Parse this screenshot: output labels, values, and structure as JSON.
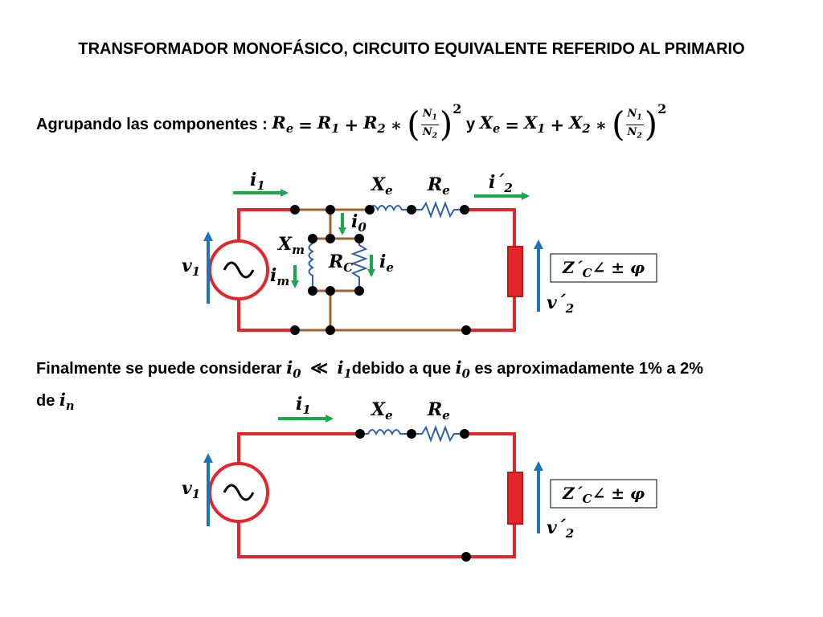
{
  "title": "TRANSFORMADOR MONOFÁSICO, CIRCUITO EQUIVALENTE REFERIDO AL PRIMARIO",
  "intro": {
    "lead": "Agrupando las componentes :",
    "connector": "y",
    "eq1_lhs": "R",
    "eq1_lhs_sub": "e",
    "eq1_t1": "R",
    "eq1_t1_sub": "1",
    "eq1_t2": "R",
    "eq1_t2_sub": "2",
    "eq2_lhs": "X",
    "eq2_lhs_sub": "e",
    "eq2_t1": "X",
    "eq2_t1_sub": "1",
    "eq2_t2": "X",
    "eq2_t2_sub": "2",
    "ratio_num": "N",
    "ratio_num_sub": "1",
    "ratio_den": "N",
    "ratio_den_sub": "2",
    "exponent": "2"
  },
  "note": {
    "prefix": "Finalmente se puede considerar",
    "rel_a": "i",
    "rel_a_sub": "0",
    "rel_symbol": "≪",
    "rel_b": "i",
    "rel_b_sub": "1",
    "middle": "debido a que",
    "ref": "i",
    "ref_sub": "0",
    "suffix": "es aproximadamente 1% a 2%",
    "suffix2": "de",
    "end": "i",
    "end_sub": "n"
  },
  "circuit1": {
    "v1": "v",
    "v1_sub": "1",
    "i1": "i",
    "i1_sub": "1",
    "xe": "X",
    "xe_sub": "e",
    "re": "R",
    "re_sub": "e",
    "i2": "i´",
    "i2_sub": "2",
    "i0": "i",
    "i0_sub": "0",
    "xm": "X",
    "xm_sub": "m",
    "rc": "R",
    "rc_sub": "C",
    "ie": "i",
    "ie_sub": "e",
    "im": "i",
    "im_sub": "m",
    "zc": "Z´",
    "zc_sub": "C",
    "zc_angle": "∠ ± φ",
    "v2": "v´",
    "v2_sub": "2"
  },
  "circuit2": {
    "v1": "v",
    "v1_sub": "1",
    "i1": "i",
    "i1_sub": "1",
    "xe": "X",
    "xe_sub": "e",
    "re": "R",
    "re_sub": "e",
    "zc": "Z´",
    "zc_sub": "C",
    "zc_angle": "∠ ± φ",
    "v2": "v´",
    "v2_sub": "2"
  },
  "colors": {
    "wire_red": "#e3262b",
    "wire_brown": "#a0632b",
    "arrow_green": "#18a94a",
    "arrow_blue": "#1b75bc",
    "component_blue": "#2f5fa8"
  }
}
